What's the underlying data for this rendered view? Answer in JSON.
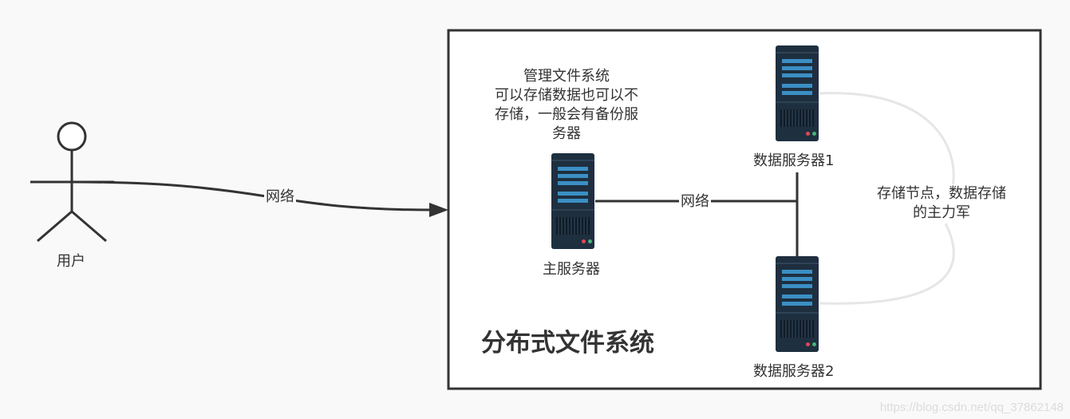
{
  "user": {
    "label": "用户"
  },
  "edges": {
    "user_to_system": "网络",
    "main_to_data": "网络"
  },
  "master": {
    "label": "主服务器",
    "note_lines": [
      "管理文件系统",
      "可以存储数据也可以不",
      "存储，一般会有备份服",
      "务器"
    ]
  },
  "data_servers": [
    {
      "label": "数据服务器1"
    },
    {
      "label": "数据服务器2"
    }
  ],
  "storage_note": {
    "lines": [
      "存储节点，数据存储",
      "的主力军"
    ]
  },
  "system": {
    "title": "分布式文件系统"
  },
  "watermark": "https://blog.csdn.net/qq_37862148",
  "colors": {
    "background": "#f9f9f9",
    "frame": "#333333",
    "server_body": "#1e2f3f",
    "server_stripe": "#3b8fc4",
    "led_red": "#e0465a",
    "led_green": "#49b27b",
    "bracket": "#e6e6e6"
  }
}
